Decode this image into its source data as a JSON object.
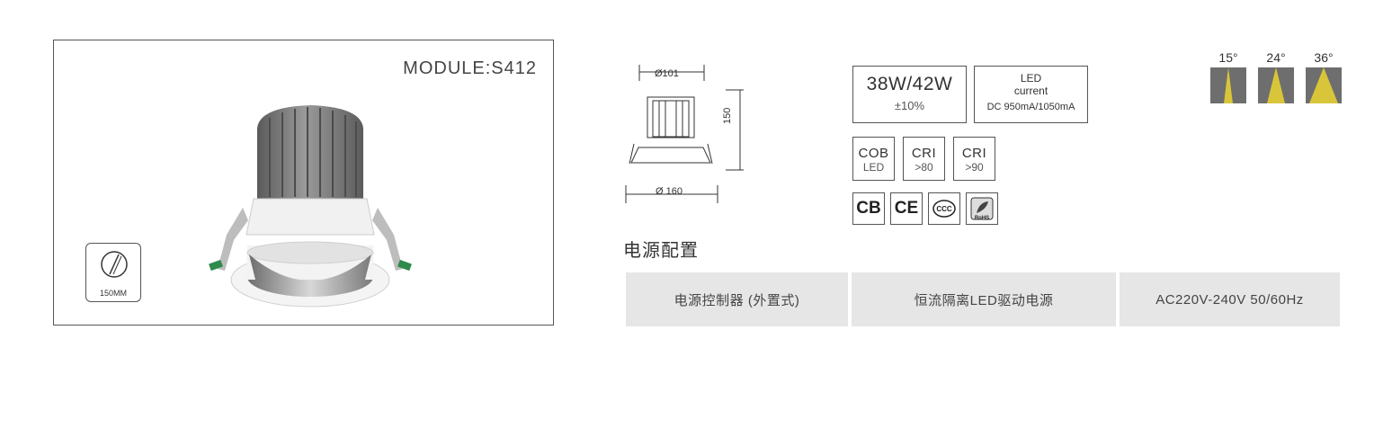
{
  "product": {
    "module_label": "MODULE:S412",
    "cutout_label": "150MM"
  },
  "dimensions": {
    "top_diameter": "Ø101",
    "height": "150",
    "bottom_diameter": "Ø 160"
  },
  "specs": {
    "power": "38W/42W",
    "tolerance": "±10%",
    "current_title_1": "LED",
    "current_title_2": "current",
    "current_value": "DC 950mA/1050mA",
    "chips": [
      {
        "top": "COB",
        "bottom": "LED"
      },
      {
        "top": "CRI",
        "bottom": ">80"
      },
      {
        "top": "CRI",
        "bottom": ">90"
      }
    ],
    "certifications": [
      "CB",
      "CE",
      "CCC",
      "RoHS"
    ]
  },
  "beam_angles": [
    "15°",
    "24°",
    "36°"
  ],
  "power_supply": {
    "heading": "电源配置",
    "cells": [
      "电源控制器 (外置式)",
      "恒流隔离LED驱动电源",
      "AC220V-240V  50/60Hz"
    ]
  },
  "colors": {
    "beam_yellow": "#d8c53a",
    "beam_gray": "#6e6e6e",
    "table_bg": "#e6e6e6"
  }
}
